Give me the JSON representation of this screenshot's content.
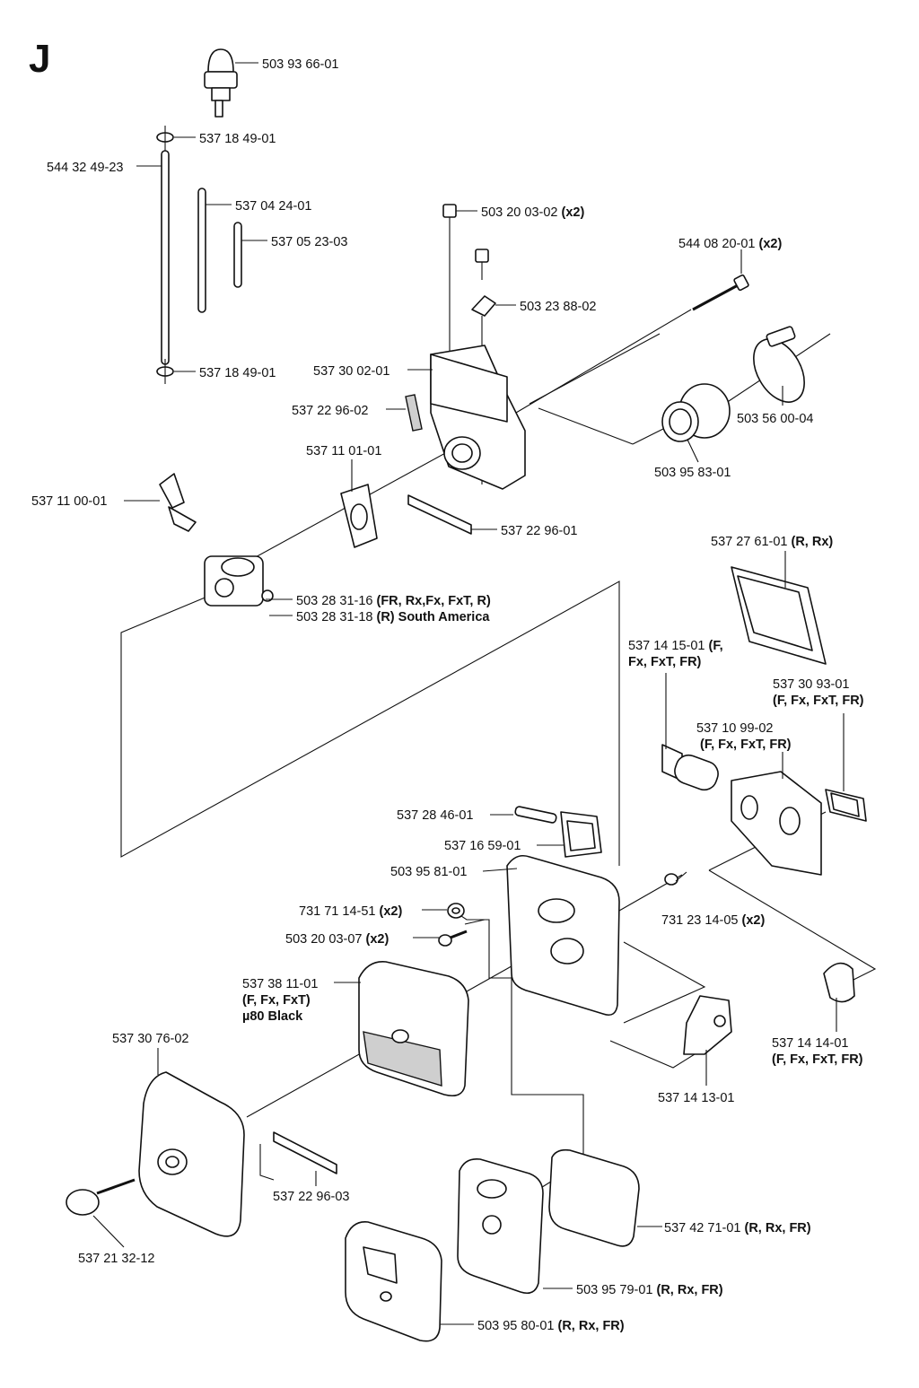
{
  "section_letter": "J",
  "labels": {
    "primer_bulb": "503 93 66-01",
    "grommet_top": "537 18 49-01",
    "fuel_tube_long": "544 32 49-23",
    "tube_a": "537 04 24-01",
    "tube_b": "537 05 23-03",
    "grommet_bottom": "537 18 49-01",
    "screw_top": "503 20 03-02",
    "screw_top_qty": "(x2)",
    "bracket": "503 23 88-02",
    "long_screw": "544 08 20-01",
    "long_screw_qty": "(x2)",
    "adapter": "537 30 02-01",
    "gasket_small": "537 22 96-02",
    "clamp": "503 56 00-04",
    "intake_boot": "503 95 83-01",
    "insulator_gasket": "537 11 01-01",
    "choke_knob": "537 11 00-01",
    "pad": "537 22 96-01",
    "carb_code": "503 28 31-16",
    "carb_models": "(FR, Rx,Fx, FxT, R)",
    "carb_sa_code": "503 28 31-18",
    "carb_sa_models": "(R) South America",
    "filter_cover_r": "537 27 61-01",
    "filter_cover_r_models": "(R, Rx)",
    "intake_f_line1_code": "537 14 15-01",
    "intake_f_line1_models": "(F,",
    "intake_f_line2": "Fx, FxT, FR)",
    "gasket_f_code": "537 30 93-01",
    "gasket_f_models": "(F, Fx, FxT, FR)",
    "housing_f_code": "537 10 99-02",
    "housing_f_models": "(F, Fx, FxT, FR)",
    "pin": "537 28 46-01",
    "bracket_filter": "537 16 59-01",
    "filter_base": "503 95 81-01",
    "nut_flange": "731 71 14-51",
    "nut_flange_qty": "(x2)",
    "screw_small": "503 20 03-07",
    "screw_small_qty": "(x2)",
    "nut_hex": "731 23 14-05",
    "nut_hex_qty": "(x2)",
    "filter_f_code": "537 38 11-01",
    "filter_f_models": "(F, Fx, FxT)",
    "filter_f_note": "µ80 Black",
    "cover": "537 30 76-02",
    "shutter_code": "537 14 14-01",
    "shutter_models": "(F, Fx, FxT, FR)",
    "shutter_lever": "537 14 13-01",
    "foam_strip": "537 22 96-03",
    "knob_screw": "537 21 32-12",
    "foam_filter_code": "537 42 71-01",
    "foam_filter_models": "(R, Rx, FR)",
    "filter_holder_code": "503 95 79-01",
    "filter_holder_models": "(R, Rx, FR)",
    "filter_plate_code": "503 95 80-01",
    "filter_plate_models": "(R, Rx, FR)"
  }
}
